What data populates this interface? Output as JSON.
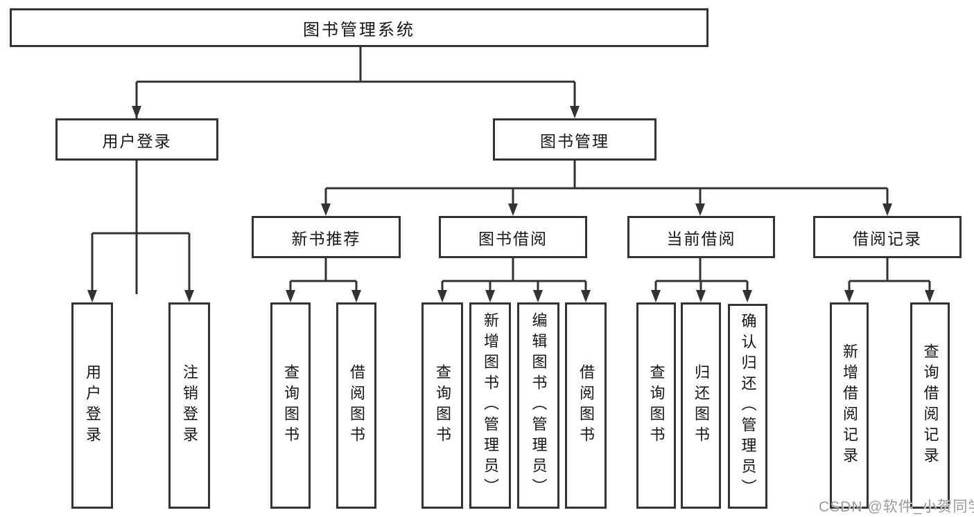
{
  "diagram": {
    "root": {
      "label": "图书管理系统"
    },
    "level2": [
      {
        "label": "用户登录"
      },
      {
        "label": "图书管理"
      }
    ],
    "level3": [
      {
        "label": "新书推荐"
      },
      {
        "label": "图书借阅"
      },
      {
        "label": "当前借阅"
      },
      {
        "label": "借阅记录"
      }
    ],
    "leaves": {
      "user_login": [
        {
          "label": "用户登录"
        },
        {
          "label": "注销登录"
        }
      ],
      "new_book": [
        {
          "label": "查询图书"
        },
        {
          "label": "借阅图书"
        }
      ],
      "book_borrow": [
        {
          "label": "查询图书"
        },
        {
          "label": "新增图书（管理员）"
        },
        {
          "label": "编辑图书（管理员）"
        },
        {
          "label": "借阅图书"
        }
      ],
      "current_borrow": [
        {
          "label": "查询图书"
        },
        {
          "label": "归还图书"
        },
        {
          "label": "确认归还（管理员）"
        }
      ],
      "records": [
        {
          "label": "新增借阅记录"
        },
        {
          "label": "查询借阅记录"
        }
      ]
    },
    "watermark": {
      "text": "CSDN @软件_小贺同学"
    },
    "colors": {
      "line": "#333333",
      "border": "#343434",
      "text": "#161616",
      "watermark": "#9a9a9a",
      "background": "#ffffff"
    }
  }
}
